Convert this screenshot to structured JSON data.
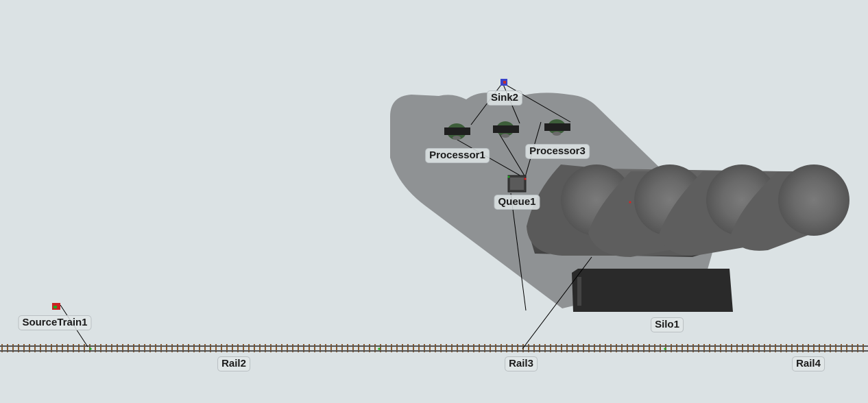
{
  "objects": {
    "sink2": {
      "label": "Sink2"
    },
    "processor1": {
      "label": "Processor1"
    },
    "processor3": {
      "label": "Processor3"
    },
    "queue1": {
      "label": "Queue1"
    },
    "silo1": {
      "label": "Silo1"
    },
    "source_train1": {
      "label": "SourceTrain1"
    },
    "rail2": {
      "label": "Rail2"
    },
    "rail3": {
      "label": "Rail3"
    },
    "rail4": {
      "label": "Rail4"
    }
  },
  "colors": {
    "background": "#dbe2e4",
    "shadow": "#8f9294",
    "silo_body": "#5c5c5c",
    "hopper": "#2a2a2a",
    "rail_tie": "#8a5a2b",
    "connector_line": "#000000",
    "sink": "#3b44c8",
    "source": "#cc2222"
  }
}
